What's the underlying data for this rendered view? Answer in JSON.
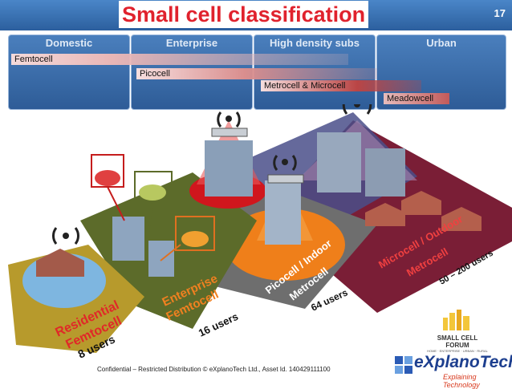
{
  "slide": {
    "title": "Small cell classification",
    "number": "17"
  },
  "segments": [
    "Domestic",
    "Enterprise",
    "High density subs",
    "Urban"
  ],
  "cell_bars": [
    "Femtocell",
    "Picocell",
    "Metrocell & Microcell",
    "Meadowcell"
  ],
  "zones": [
    {
      "name_line1": "Residential",
      "name_line2": "Femtocell",
      "users": "8 users"
    },
    {
      "name_line1": "Enterprise",
      "name_line2": "Femtocell",
      "users": "16 users"
    },
    {
      "name_line1": "Picocell / Indoor",
      "name_line2": "Metrocell",
      "users": "64 users"
    },
    {
      "name_line1": "Microcell / Outdoor",
      "name_line2": "Metrocell",
      "users": "50 – 200 users"
    }
  ],
  "footer": {
    "confidential": "Confidential – Restricted Distribution © eXplanoTech Ltd., Asset Id. 140429111100"
  },
  "logos": {
    "forum_name": "SMALL CELL FORUM",
    "forum_tagline": "HOME · ENTERPRISE · URBAN · RURAL",
    "company_name": "eXplanoTech",
    "company_tagline": "Explaining Technology"
  },
  "colors": {
    "title": "#e0222d",
    "header": "#2c5f9e",
    "residential": "#2f7fb8",
    "enterprise": "#5c6b2a",
    "pico": "#e07020",
    "micro": "#7a1e36",
    "outdoor": "#4a4f8a"
  }
}
